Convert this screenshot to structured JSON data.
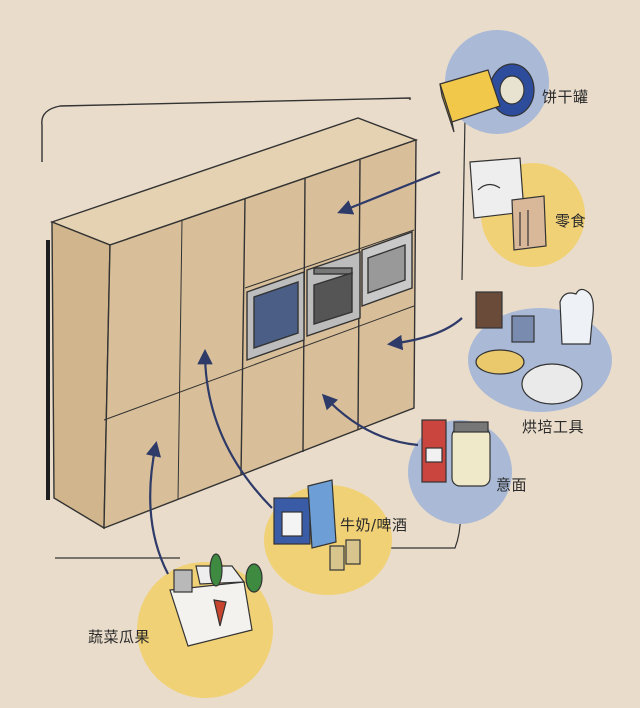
{
  "labels": {
    "biscuit_tin": "饼干罐",
    "snacks": "零食",
    "baking_tools": "烘培工具",
    "pasta": "意面",
    "milk_beer": "牛奶/啤酒",
    "vegetables": "蔬菜瓜果"
  },
  "colors": {
    "background": "#e9dccb",
    "blue_blob": "#a9b9d6",
    "yellow_blob": "#f1d176",
    "cabinet": "#d9bf99",
    "arrow": "#2e3a68"
  }
}
